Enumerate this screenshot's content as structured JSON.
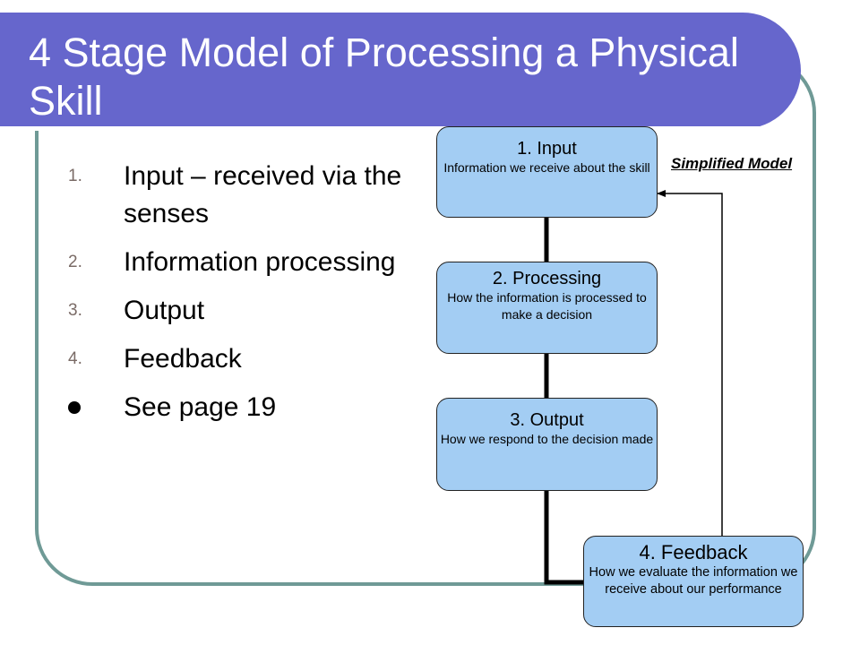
{
  "slide": {
    "title": "4 Stage Model of Processing a Physical Skill",
    "bullets": [
      {
        "marker": "1.",
        "text": "Input – received via the senses"
      },
      {
        "marker": "2.",
        "text": "Information processing"
      },
      {
        "marker": "3.",
        "text": "Output"
      },
      {
        "marker": "4.",
        "text": "Feedback"
      },
      {
        "marker": "•",
        "text": "See page 19"
      }
    ]
  },
  "diagram": {
    "label": "Simplified Model",
    "stages": [
      {
        "title": "1.  Input",
        "desc": "Information we receive about the skill"
      },
      {
        "title": "2. Processing",
        "desc": "How the information is processed to make a decision"
      },
      {
        "title": "3. Output",
        "desc": "How we respond to the decision made"
      },
      {
        "title": "4. Feedback",
        "desc": "How we evaluate the information we receive about our performance"
      }
    ]
  }
}
